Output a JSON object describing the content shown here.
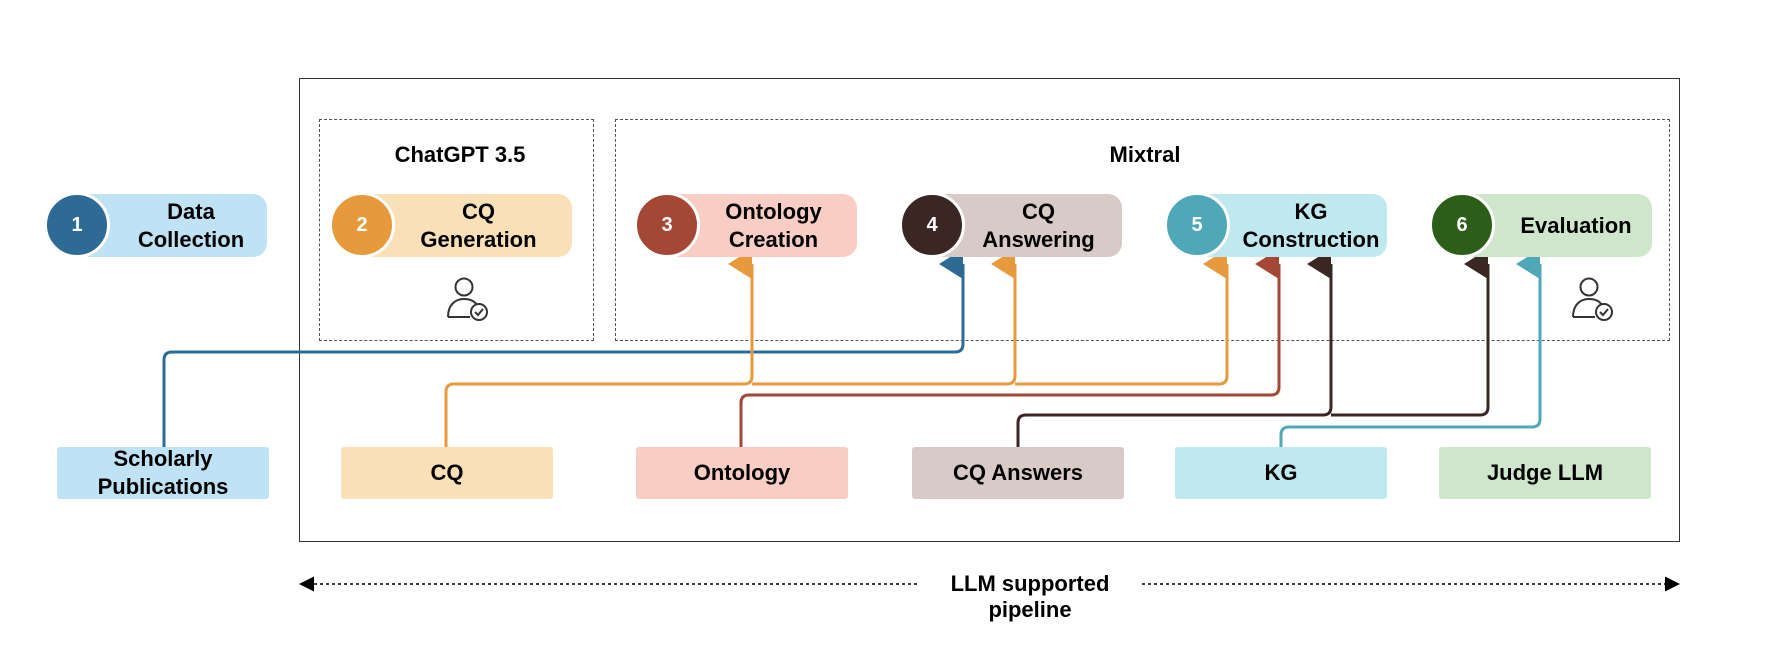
{
  "steps": [
    {
      "id": "1",
      "label": "Data\nCollection",
      "pill_color": "#bfe2f5",
      "circle_color": "#2d6b94"
    },
    {
      "id": "2",
      "label": "CQ\nGeneration",
      "pill_color": "#fae0b7",
      "circle_color": "#e69a3c"
    },
    {
      "id": "3",
      "label": "Ontology\nCreation",
      "pill_color": "#f8cdc3",
      "circle_color": "#a44734"
    },
    {
      "id": "4",
      "label": "CQ\nAnswering",
      "pill_color": "#d8cac6",
      "circle_color": "#3a2724"
    },
    {
      "id": "5",
      "label": "KG\nConstruction",
      "pill_color": "#bfe8ef",
      "circle_color": "#4fa8b7"
    },
    {
      "id": "6",
      "label": "Evaluation",
      "pill_color": "#cfe6cc",
      "circle_color": "#2c5e1a"
    }
  ],
  "groups": {
    "chatgpt_label": "ChatGPT 3.5",
    "mixtral_label": "Mixtral"
  },
  "sources": [
    {
      "label": "Scholarly\nPublications",
      "color": "#bfe2f5"
    },
    {
      "label": "CQ",
      "color": "#fae0b7"
    },
    {
      "label": "Ontology",
      "color": "#f8cdc3"
    },
    {
      "label": "CQ Answers",
      "color": "#d8cac6"
    },
    {
      "label": "KG",
      "color": "#bfe8ef"
    },
    {
      "label": "Judge LLM",
      "color": "#cfe6cc"
    }
  ],
  "caption": "LLM supported pipeline",
  "icons": {
    "human_review": "user-check-icon"
  },
  "connector_colors": {
    "blue": "#2d6b94",
    "orange": "#e69a3c",
    "red": "#a44734",
    "dark": "#3a2724",
    "teal": "#4fa8b7"
  }
}
